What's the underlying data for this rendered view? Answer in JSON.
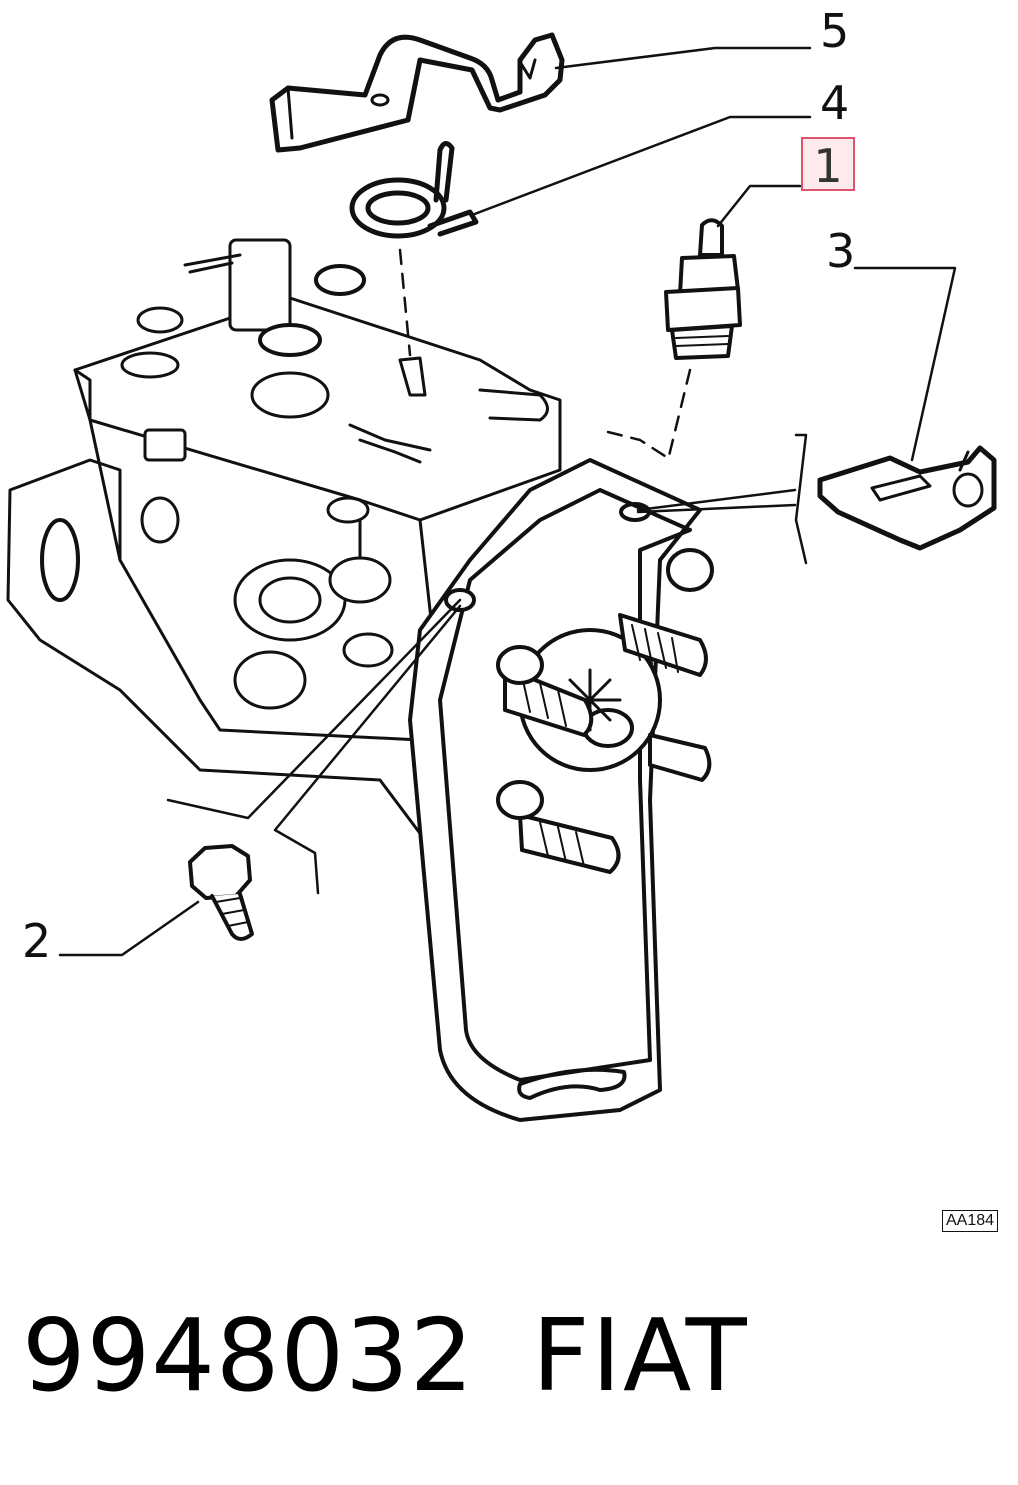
{
  "callouts": {
    "c1": "1",
    "c2": "2",
    "c3": "3",
    "c4": "4",
    "c5": "5"
  },
  "highlight_color": "#e0556b",
  "reference_code": "AA184",
  "part_number": "9948032",
  "brand": "FIAT"
}
